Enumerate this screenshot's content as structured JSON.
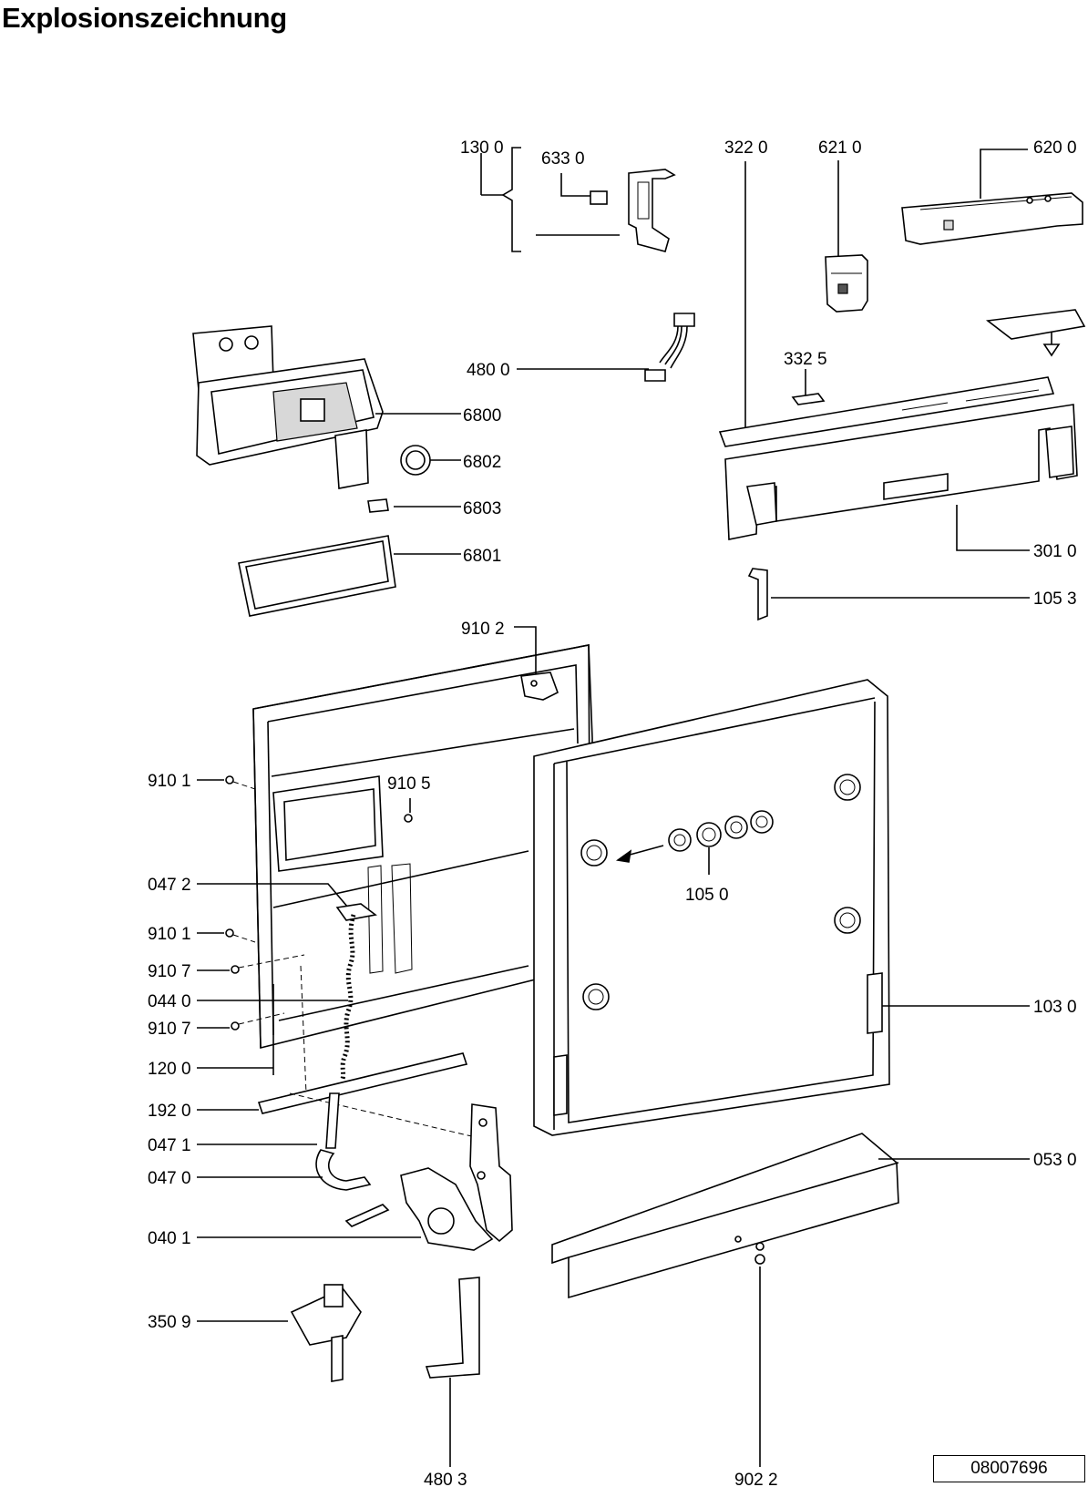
{
  "title": "Explosionszeichnung",
  "document_number": "08007696",
  "labels": {
    "l1300": "130 0",
    "l6330": "633 0",
    "l3220": "322 0",
    "l6210": "621 0",
    "l6200": "620 0",
    "l4800": "480 0",
    "l3325": "332 5",
    "l6800": "6800",
    "l6802": "6802",
    "l6803": "6803",
    "l6801": "6801",
    "l3010": "301 0",
    "l1053": "105 3",
    "l9102": "910 2",
    "l9101a": "910 1",
    "l9105": "910 5",
    "l0472": "047 2",
    "l1050": "105 0",
    "l9101b": "910 1",
    "l9107a": "910 7",
    "l0440": "044 0",
    "l9107b": "910 7",
    "l1030": "103 0",
    "l1200": "120 0",
    "l1920": "192 0",
    "l0471": "047 1",
    "l0470": "047 0",
    "l0530": "053 0",
    "l0401": "040 1",
    "l3509": "350 9",
    "l4803": "480 3",
    "l9022": "902 2"
  }
}
